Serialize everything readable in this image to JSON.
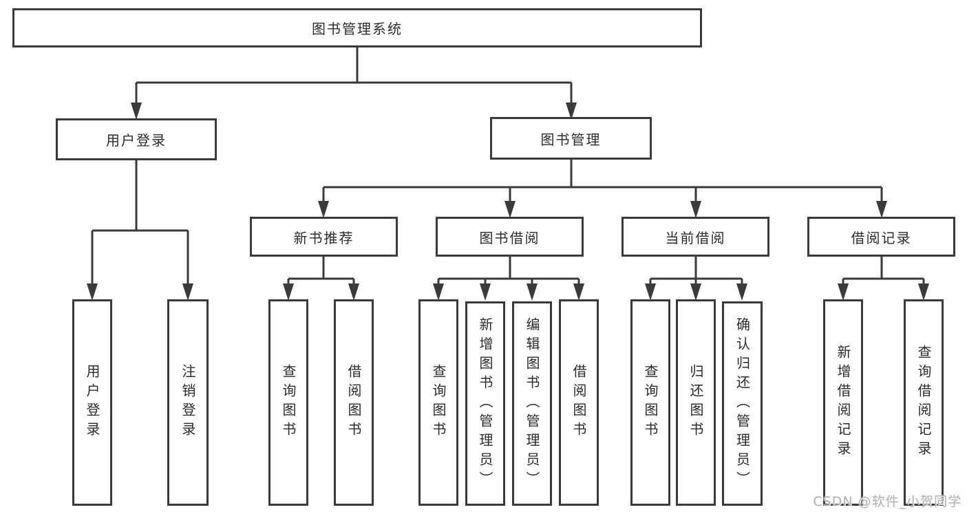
{
  "diagram": {
    "tree": {
      "label": "图书管理系统",
      "children": [
        {
          "label": "用户登录",
          "children": [
            {
              "label": "用户登录"
            },
            {
              "label": "注销登录"
            }
          ]
        },
        {
          "label": "图书管理",
          "children": [
            {
              "label": "新书推荐",
              "children": [
                {
                  "label": "查询图书"
                },
                {
                  "label": "借阅图书"
                }
              ]
            },
            {
              "label": "图书借阅",
              "children": [
                {
                  "label": "查询图书"
                },
                {
                  "label": "新增图书（管理员）"
                },
                {
                  "label": "编辑图书（管理员）"
                },
                {
                  "label": "借阅图书"
                }
              ]
            },
            {
              "label": "当前借阅",
              "children": [
                {
                  "label": "查询图书"
                },
                {
                  "label": "归还图书"
                },
                {
                  "label": "确认归还（管理员）"
                }
              ]
            },
            {
              "label": "借阅记录",
              "children": [
                {
                  "label": "新增借阅记录"
                },
                {
                  "label": "查询借阅记录"
                }
              ]
            }
          ]
        }
      ]
    }
  },
  "watermark": {
    "text": "CSDN @软件_小贺同学",
    "color": "#b2b2b2"
  },
  "colors": {
    "line": "#3a3a3a",
    "box_border": "#3a3a3a",
    "box_fill": "#ffffff",
    "text": "#2b2b2b",
    "background": "#ffffff"
  }
}
